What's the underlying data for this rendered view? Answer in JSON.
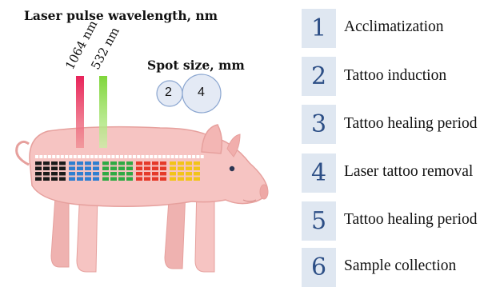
{
  "diagram": {
    "laser_title": "Laser pulse wavelength, nm",
    "wavelengths": [
      {
        "label": "1064 nm",
        "color": "#e8235a"
      },
      {
        "label": "532 nm",
        "color": "#7fd63a"
      }
    ],
    "spot_title": "Spot size, mm",
    "spot_sizes": [
      "2",
      "4"
    ],
    "tattoo_colors": [
      "#1a1a1a",
      "#2f7fd0",
      "#2faa44",
      "#e53a2a",
      "#f2c418"
    ]
  },
  "steps": [
    {
      "num": "1",
      "label": "Acclimatization"
    },
    {
      "num": "2",
      "label": "Tattoo induction"
    },
    {
      "num": "3",
      "label": "Tattoo healing period"
    },
    {
      "num": "4",
      "label": "Laser tattoo removal"
    },
    {
      "num": "5",
      "label": "Tattoo healing period"
    },
    {
      "num": "6",
      "label": "Sample collection"
    }
  ],
  "colors": {
    "step_box": "#dfe7f1",
    "step_number": "#2d4f86",
    "pig_body": "#f6c4c2",
    "pig_outline": "#e6a09d"
  }
}
